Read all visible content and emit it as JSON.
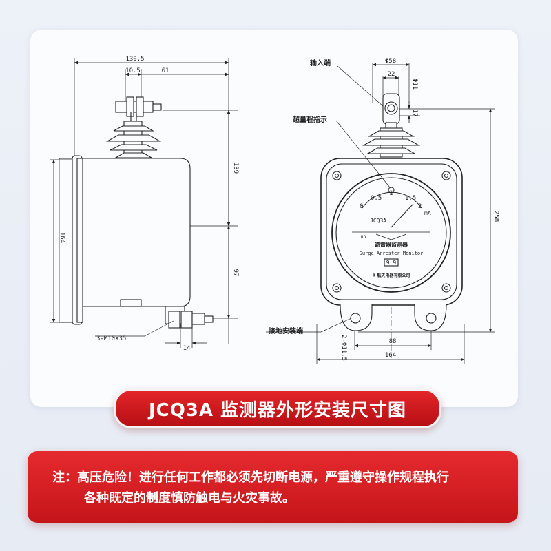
{
  "diagram": {
    "title": "JCQ3A 监测器外形安装尺寸图",
    "side_view": {
      "dims": {
        "overall_width": "130.5",
        "offset": "10.5",
        "half_width": "61",
        "upper_height": "139",
        "overall_height": "164",
        "lower_height": "97",
        "bolt_spec": "3-M10×35",
        "bolt_offset": "14"
      }
    },
    "front_view": {
      "labels": {
        "input_terminal": "输入端",
        "over_range": "超量程指示",
        "ground_terminal": "接地安装端"
      },
      "dims": {
        "top_diameter": "Φ58",
        "top_width": "22",
        "hole_diameter": "Φ11",
        "hole_offset": "17",
        "overall_height": "258",
        "mount_holes": "2-Φ11.5",
        "hole_spacing": "88",
        "overall_width": "164"
      },
      "meter": {
        "scale_labels": [
          "0",
          "0.5",
          "1",
          "1.5",
          "2"
        ],
        "unit": "mA",
        "model": "JCQ3A",
        "mark": "RD",
        "name_cn": "避雷器监测器",
        "name_en": "Surge Arrester Monitor",
        "counter": "9 9",
        "maker": "R 航天电器有限公司"
      }
    }
  },
  "notice": {
    "line1": "注：高压危险！进行任何工作都必须先切断电源，严重遵守操作规程执行",
    "line2": "各种既定的制度慎防触电与火灾事故。"
  },
  "colors": {
    "title_red": "#d41b20",
    "notice_red": "#d8201f",
    "background": "#e9eef6",
    "card": "#fbfcfe",
    "line": "#222222"
  }
}
